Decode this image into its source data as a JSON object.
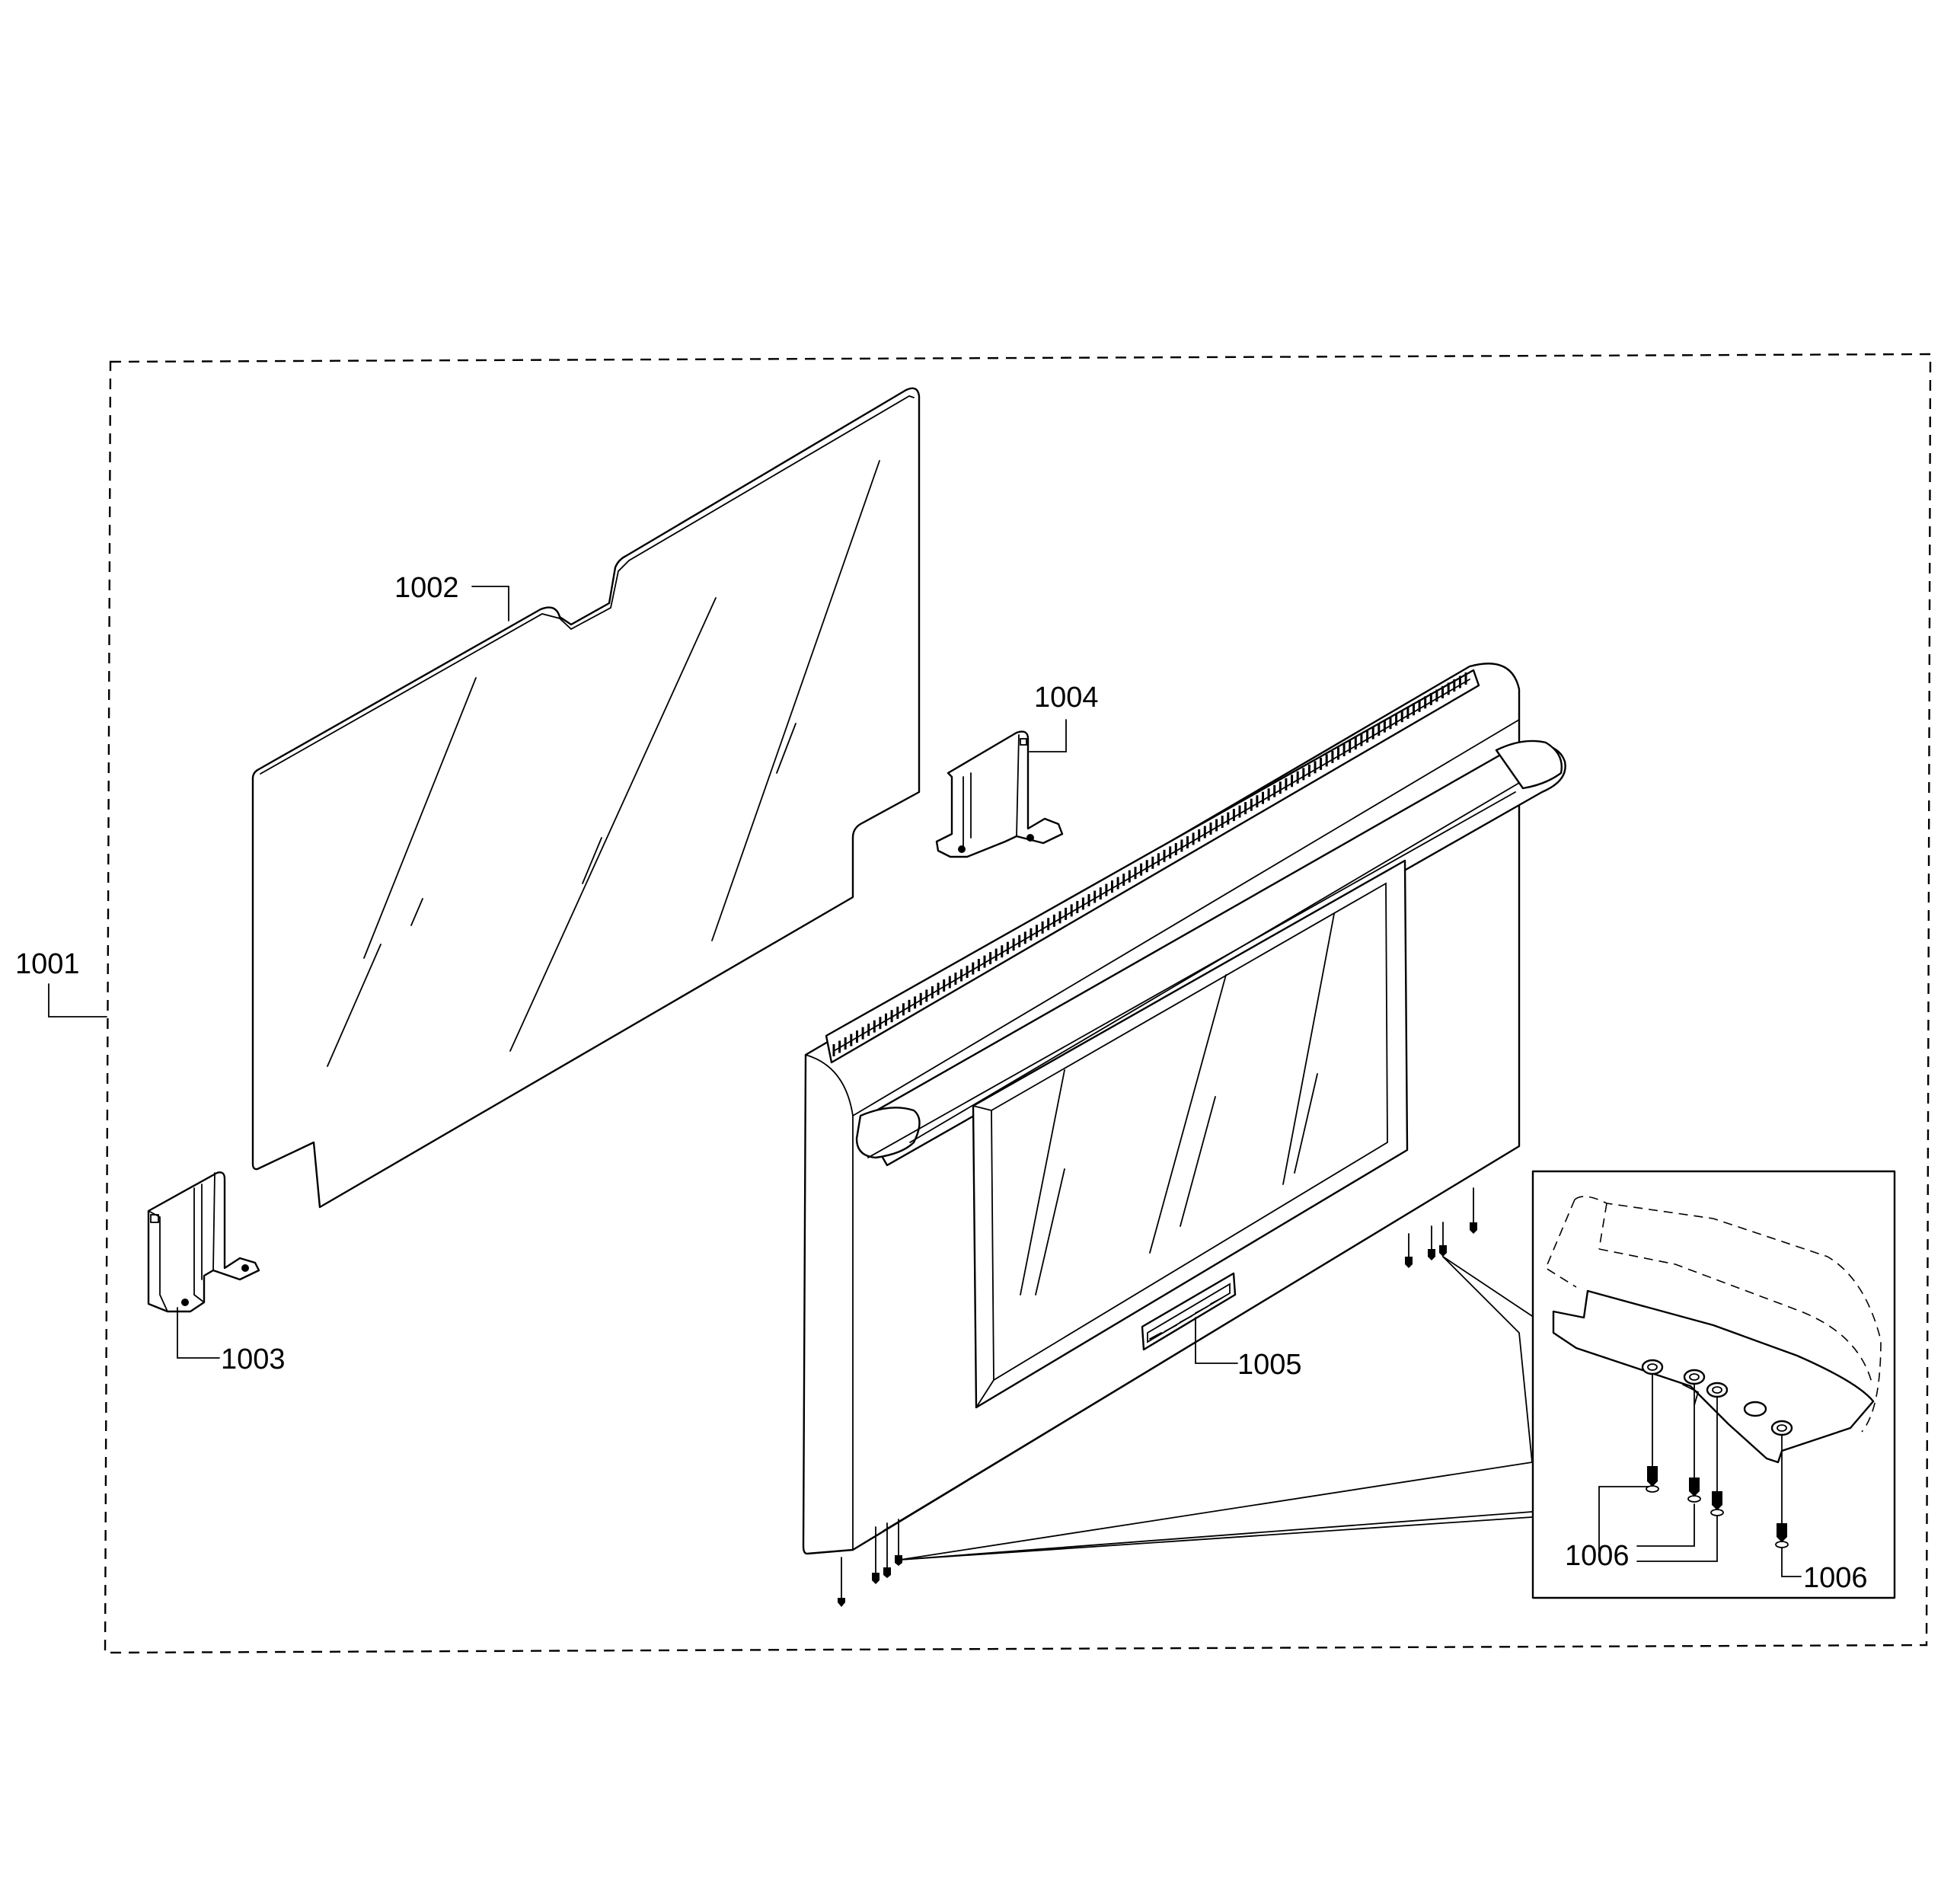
{
  "callouts": {
    "assembly": "1001",
    "glass_panel": "1002",
    "left_bracket": "1003",
    "right_bracket": "1004",
    "badge": "1005",
    "screw_a": "1006",
    "screw_b": "1006"
  }
}
